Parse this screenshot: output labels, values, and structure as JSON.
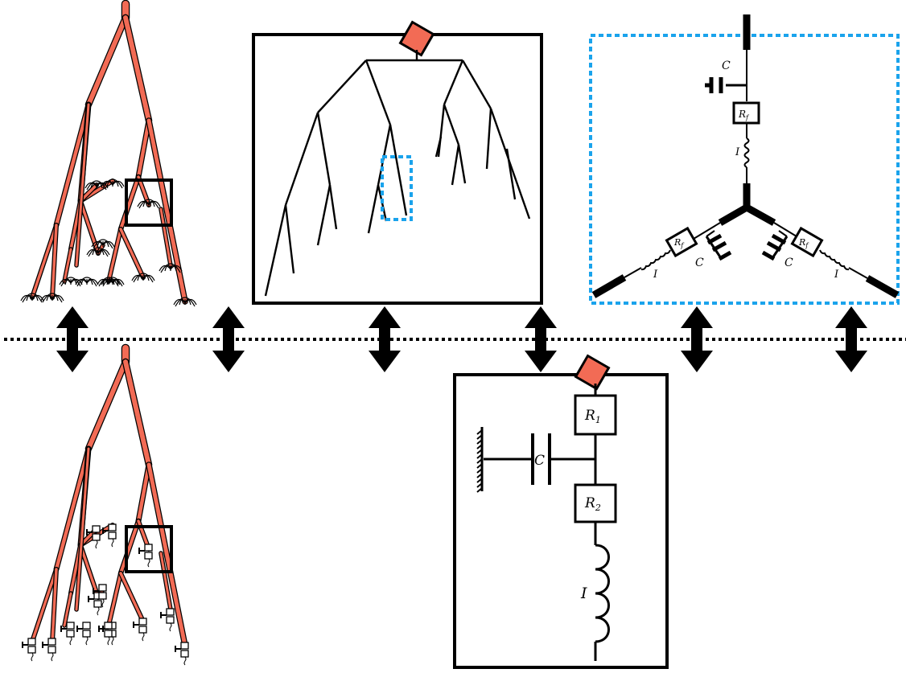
{
  "colors": {
    "branch": "#f26b55",
    "outline": "#000000",
    "root_square": "#f26b55",
    "zoom_box": "#000000",
    "detail_box": "#1aa3ec",
    "background": "#ffffff"
  },
  "circuit_large": {
    "r1_main": "R",
    "r1_sub": "1",
    "r2_main": "R",
    "r2_sub": "2",
    "capacitor": "C",
    "inductor": "I"
  },
  "junction_detail": {
    "top_capacitor": "C",
    "top_resistor_main": "R",
    "top_resistor_sub": "f",
    "top_inductor": "I",
    "left_capacitor": "C",
    "left_resistor_main": "R",
    "left_resistor_sub": "f",
    "left_inductor": "I",
    "right_capacitor": "C",
    "right_resistor_main": "R",
    "right_resistor_sub": "f",
    "right_inductor": "I"
  }
}
